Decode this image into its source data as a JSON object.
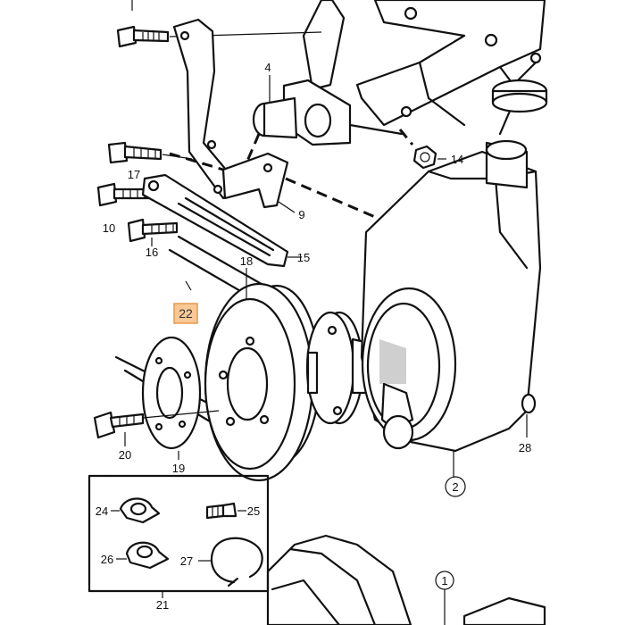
{
  "callouts": {
    "c1": "1",
    "c2": "2",
    "c4": "4",
    "c9": "9",
    "c10": "10",
    "c14": "14",
    "c15": "15",
    "c16": "16",
    "c17": "17",
    "c18": "18",
    "c19": "19",
    "c20": "20",
    "c21": "21",
    "c22": "22",
    "c24": "24",
    "c25": "25",
    "c26": "26",
    "c27": "27",
    "c28": "28"
  },
  "highlight": {
    "label": "22",
    "color": "#f9c896",
    "border": "#e89a4a"
  }
}
